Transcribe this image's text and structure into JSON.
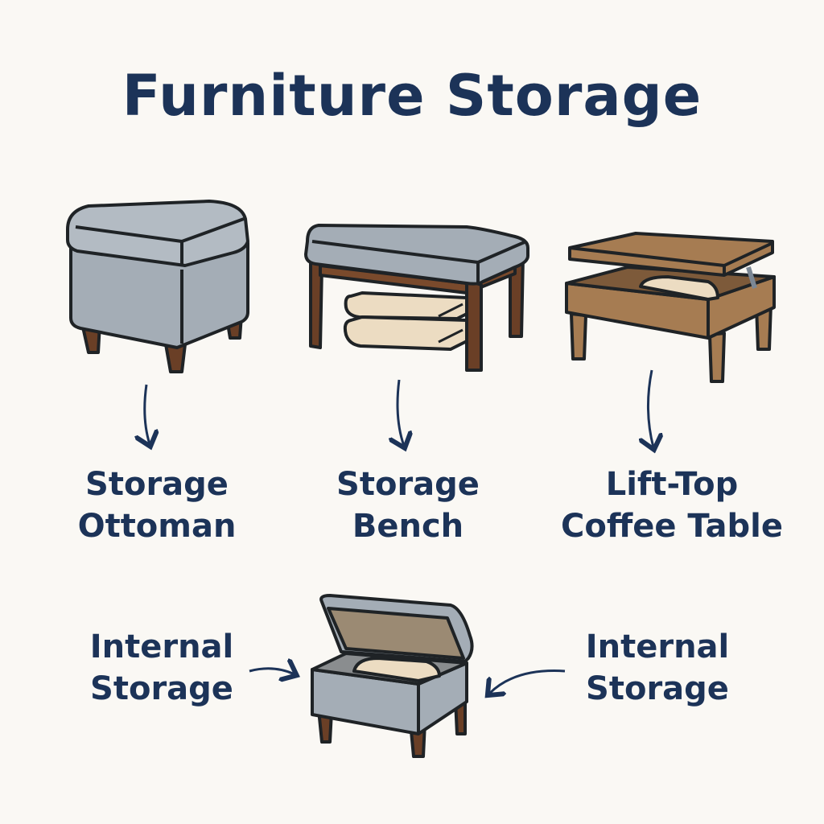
{
  "title": "Furniture Storage",
  "items": [
    {
      "line1": "Storage",
      "line2": "Ottoman",
      "icon": "storage-ottoman"
    },
    {
      "line1": "Storage",
      "line2": "Bench",
      "icon": "storage-bench"
    },
    {
      "line1": "Lift-Top",
      "line2": "Coffee Table",
      "icon": "lift-top-coffee-table"
    }
  ],
  "bottom": {
    "left_label": {
      "line1": "Internal",
      "line2": "Storage"
    },
    "right_label": {
      "line1": "Internal",
      "line2": "Storage"
    },
    "icon": "open-storage-ottoman"
  },
  "colors": {
    "background": "#faf8f4",
    "text": "#1c3358",
    "upholstery": "#a4adb6",
    "wood_dark": "#6a3f26",
    "wood_light": "#a67c52",
    "blanket": "#ecdcc2",
    "outline": "#1f2326"
  }
}
